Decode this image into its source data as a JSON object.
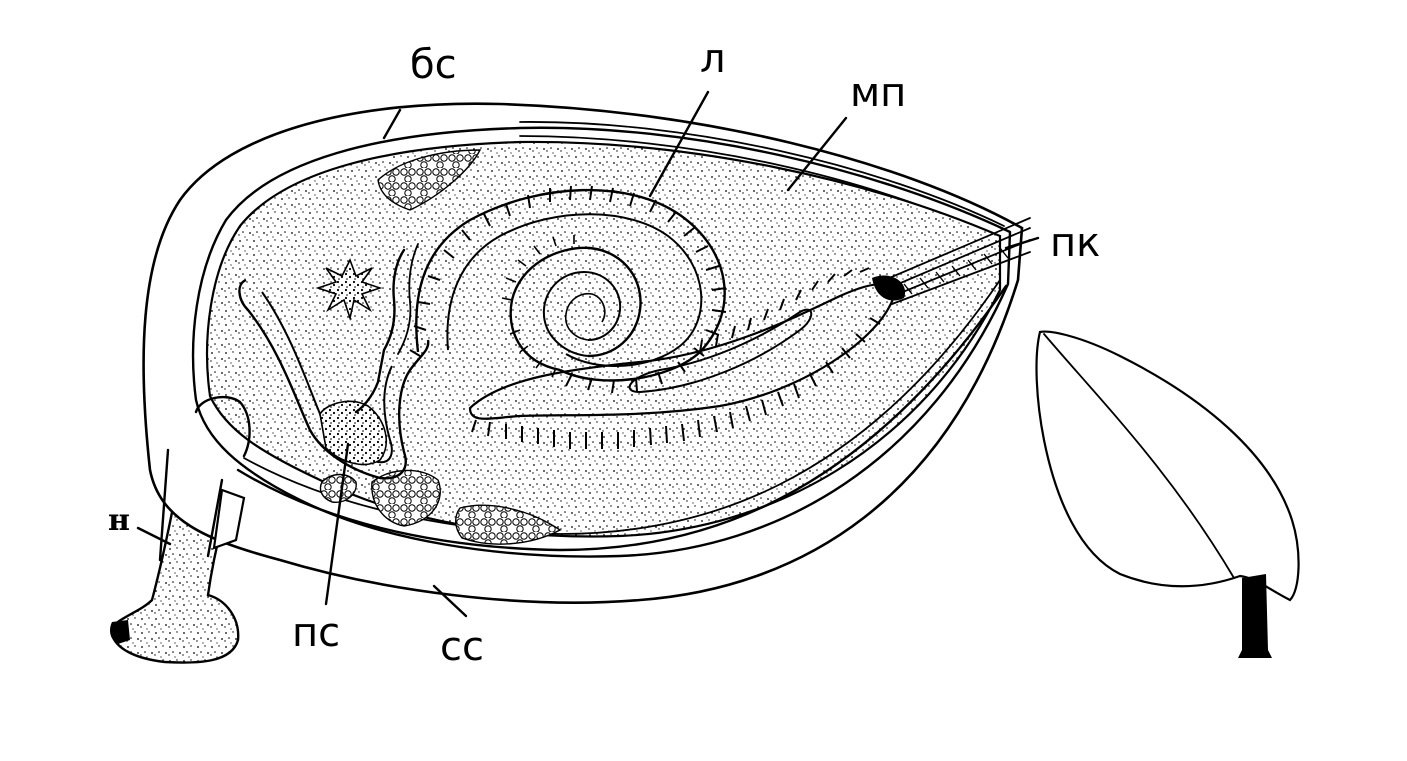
{
  "labels": {
    "bs": "бс",
    "l": "л",
    "mp": "мп",
    "pk": "пк",
    "n": "н",
    "ps": "пс",
    "ss": "сс"
  }
}
